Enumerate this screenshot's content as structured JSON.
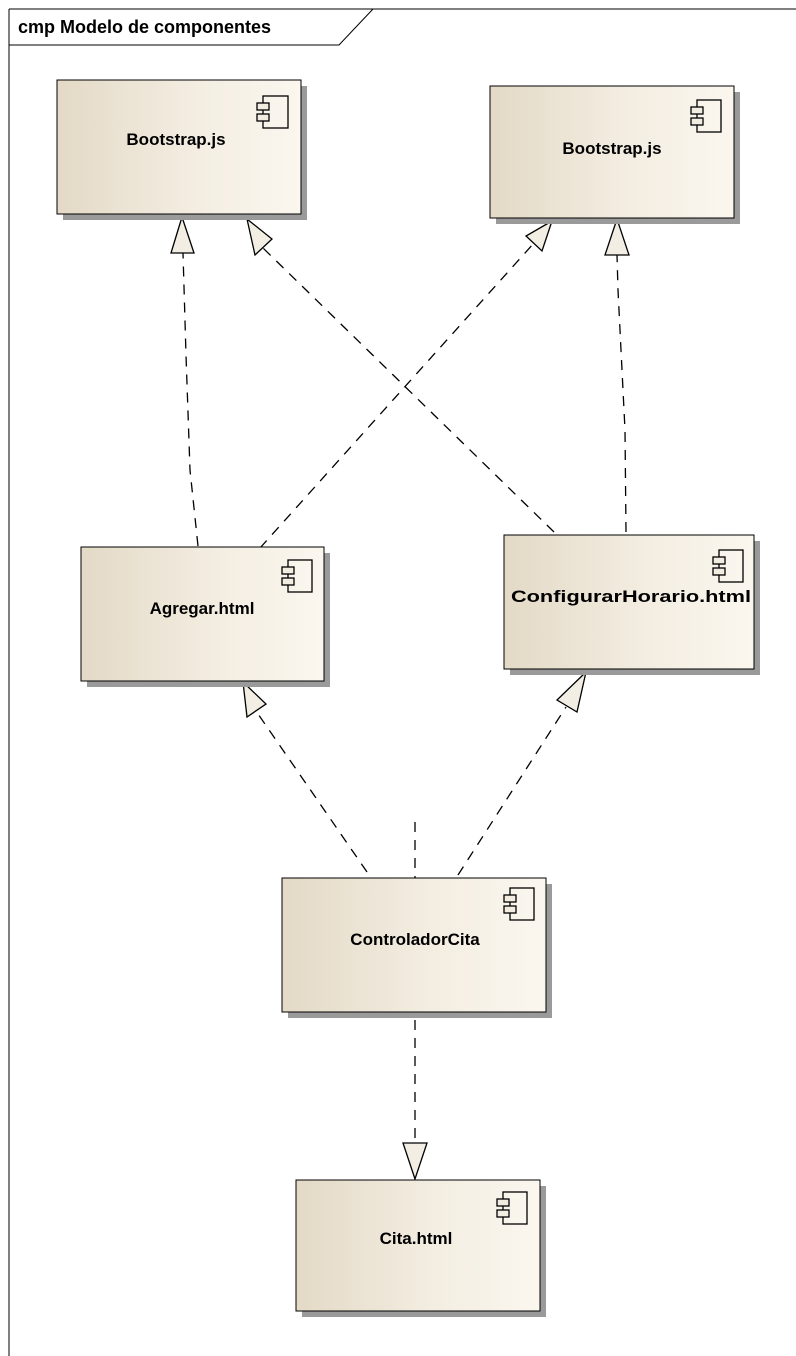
{
  "diagram": {
    "frame_title": "cmp Modelo de componentes",
    "components": [
      {
        "id": "bootstrap_1",
        "label": "Bootstrap.js"
      },
      {
        "id": "bootstrap_2",
        "label": "Bootstrap.js"
      },
      {
        "id": "agregar",
        "label": "Agregar.html"
      },
      {
        "id": "configurar",
        "label": "ConfigurarHorario.html"
      },
      {
        "id": "controlador",
        "label": "ControladorCita"
      },
      {
        "id": "cita",
        "label": "Cita.html"
      }
    ],
    "connectors": [
      {
        "from": "agregar",
        "to": "bootstrap_1",
        "kind": "realization"
      },
      {
        "from": "agregar",
        "to": "bootstrap_2",
        "kind": "realization"
      },
      {
        "from": "configurar",
        "to": "bootstrap_1",
        "kind": "realization"
      },
      {
        "from": "configurar",
        "to": "bootstrap_2",
        "kind": "realization"
      },
      {
        "from": "controlador",
        "to": "agregar",
        "kind": "realization"
      },
      {
        "from": "controlador",
        "to": "configurar",
        "kind": "realization"
      },
      {
        "from": "controlador",
        "to": "cita",
        "kind": "dependency"
      }
    ],
    "colors": {
      "component_fill_light": "#FBF7EF",
      "component_fill_dark": "#E3D9C6",
      "shadow": "#9A9A9A",
      "stroke": "#000000",
      "arrowhead_fill": "#F2EEE4"
    },
    "component_icon": "uml-component-icon"
  }
}
